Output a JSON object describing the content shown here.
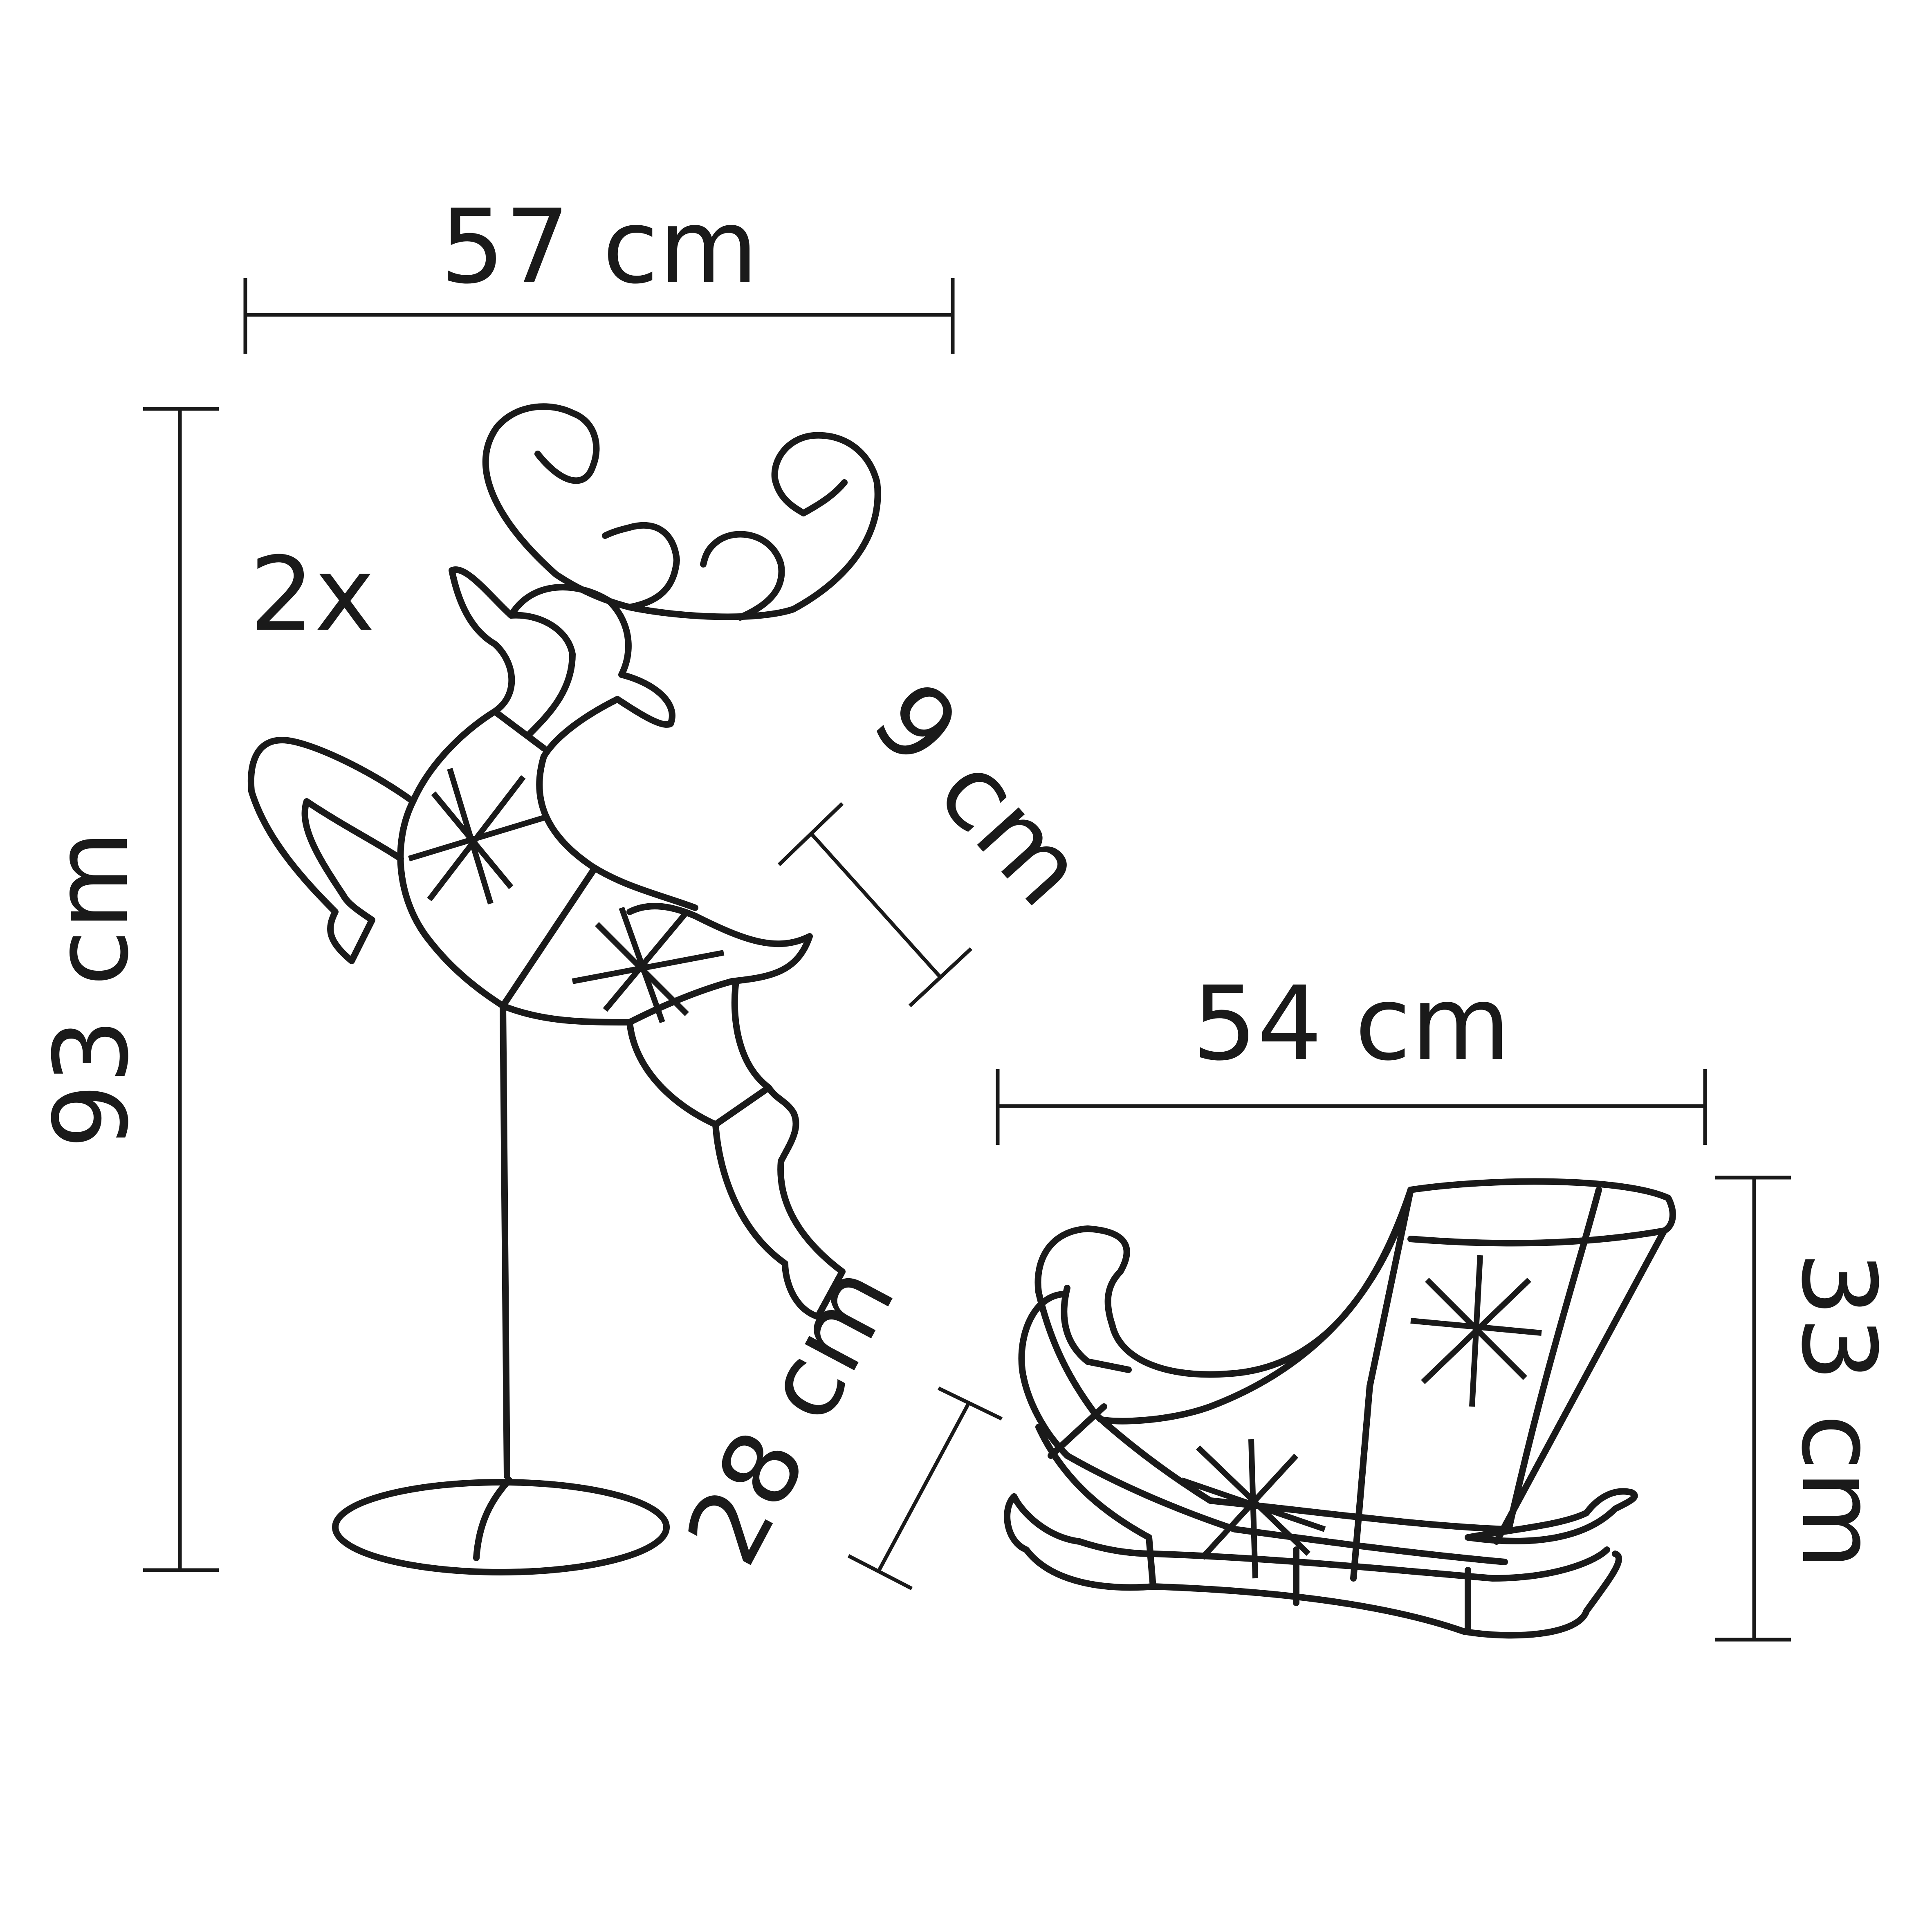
{
  "dimensions": {
    "reindeer_width": "57 cm",
    "reindeer_height": "93 cm",
    "reindeer_depth": "9 cm",
    "sleigh_width": "54 cm",
    "sleigh_height": "33 cm",
    "sleigh_depth": "28 cm"
  },
  "quantity": "2x"
}
